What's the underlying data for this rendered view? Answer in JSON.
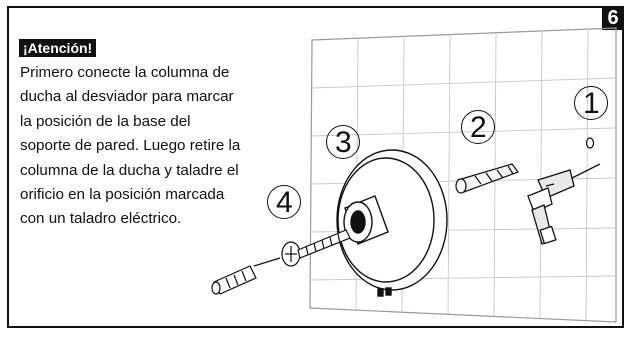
{
  "step": {
    "number": "6"
  },
  "notice": {
    "label": "¡Atención!",
    "lines": [
      "Primero conecte la columna de",
      "ducha al desviador para marcar",
      "la posición de la base del",
      "soporte de pared. Luego retire la",
      "columna de la ducha y taladre el",
      "orificio en la posición marcada",
      "con un taladro eléctrico."
    ]
  },
  "callouts": [
    "1",
    "2",
    "3",
    "4"
  ],
  "icons": {
    "wall": "tiled-wall-illustration",
    "drill": "electric-drill-icon",
    "anchor": "wall-anchor-icon",
    "base": "wall-bracket-base-icon",
    "screw": "screw-icon"
  }
}
